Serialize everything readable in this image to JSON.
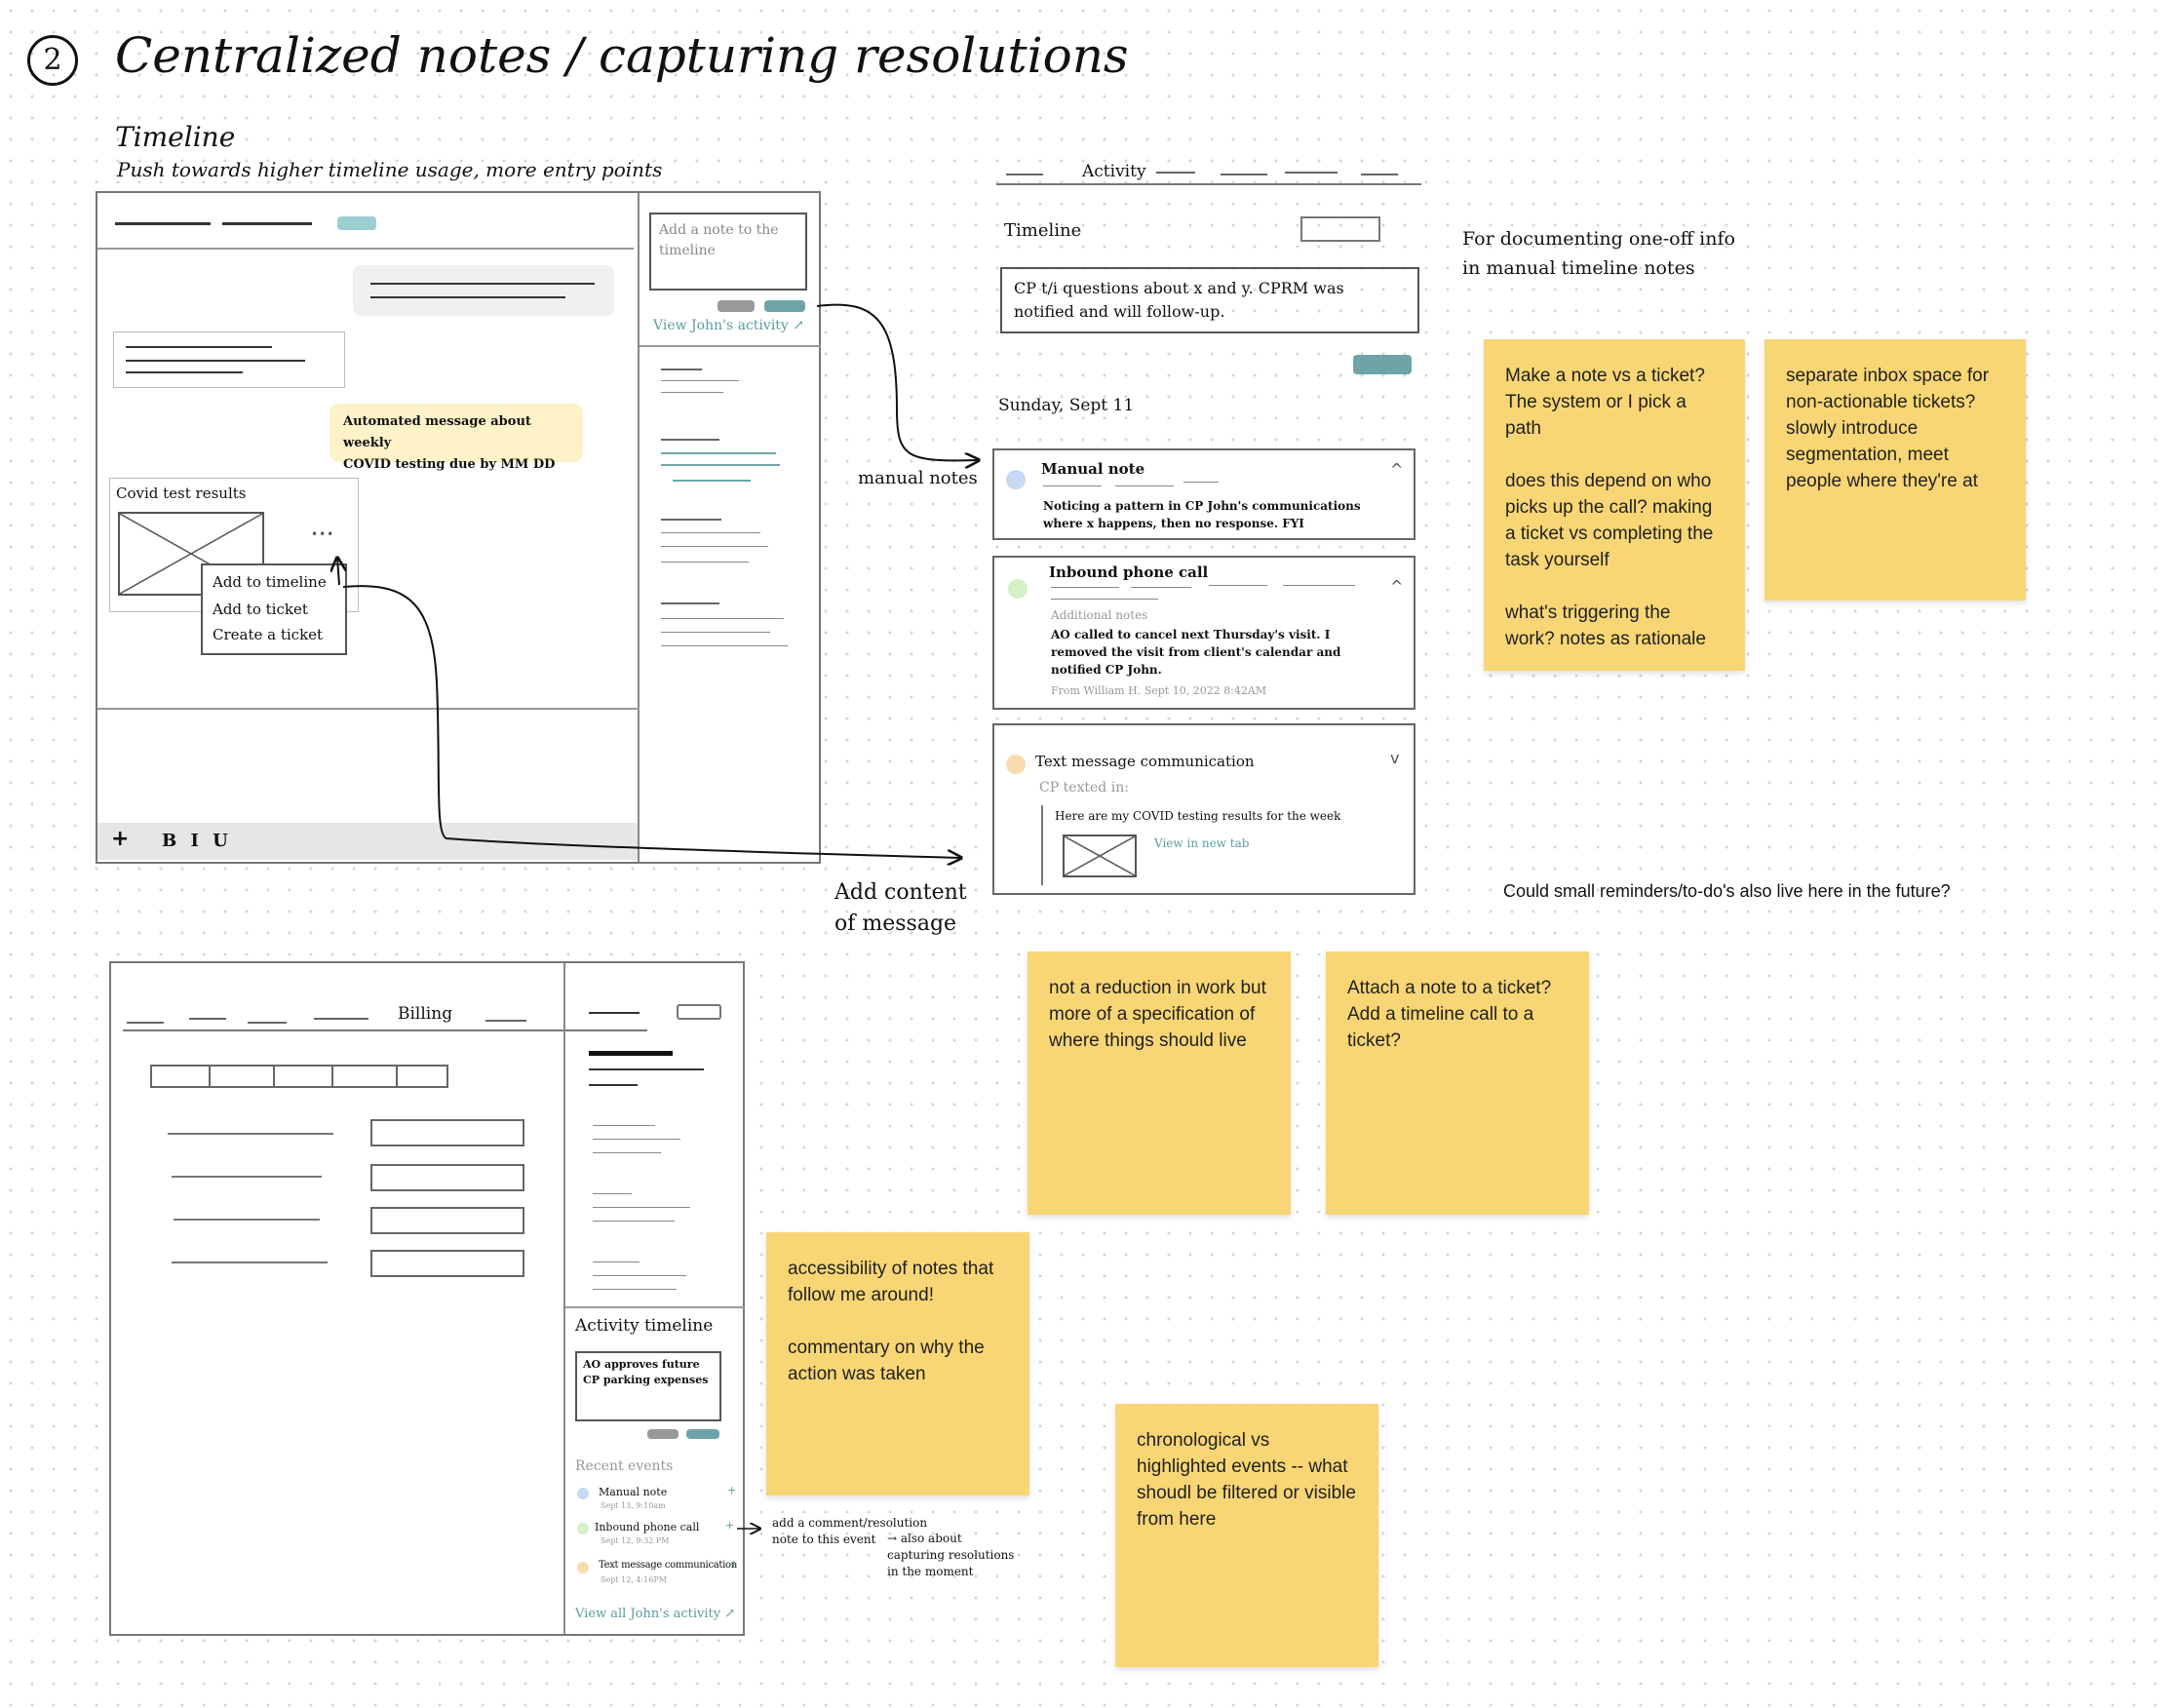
{
  "header": {
    "number": "2",
    "title": "Centralized notes / capturing resolutions"
  },
  "timeline_section": {
    "title": "Timeline",
    "subtitle": "Push towards higher timeline usage, more entry points"
  },
  "left_wire": {
    "automated_message": "Automated message about weekly\nCOVID testing due by  MM DD",
    "covid_label": "Covid test results",
    "more_dots": "•••",
    "context_menu": [
      "Add to timeline",
      "Add to ticket",
      "Create a ticket"
    ],
    "toolbar": {
      "plus": "+",
      "format": "B I U"
    },
    "sidebar_input_placeholder": "Add a note to the timeline",
    "view_activity_link": "View John's activity"
  },
  "activity_panel": {
    "tab_label": "Activity",
    "timeline_label": "Timeline",
    "note_input_text": "CP t/i questions about x and y. CPRM was notified and will follow-up.",
    "date_label": "Sunday, Sept 11",
    "cards": [
      {
        "title": "Manual note",
        "body": "Noticing a pattern in CP John's communications\nwhere x happens, then no response. FYI",
        "chevron": "^",
        "color": "#c8d8f5"
      },
      {
        "title": "Inbound phone call",
        "meta_label": "Additional notes",
        "body": "AO called to cancel next Thursday's visit. I\nremoved the visit from client's calendar and\nnotified CP John.",
        "footer": "From William H.  Sept 10, 2022  8:42AM",
        "chevron": "^",
        "color": "#d4f0c4"
      },
      {
        "title": "Text message communication",
        "meta_label": "CP texted in:",
        "body": "Here are my COVID testing results for the week",
        "link": "View in new tab",
        "chevron": "v",
        "color": "#f8dcb0"
      }
    ]
  },
  "annotations": {
    "manual_notes": "manual notes",
    "add_content": "Add content\nof message",
    "documenting": "For documenting one-off info\nin manual timeline notes",
    "reminders_question": "Could small reminders/to-do's also live here in the future?",
    "comment_note": "add a comment/resolution\nnote to this event",
    "also_about": "→ also about\ncapturing resolutions\nin the moment"
  },
  "billing_wire": {
    "tab_label": "Billing",
    "activity_timeline_title": "Activity timeline",
    "activity_note": "AO approves future\nCP parking expenses",
    "recent_events_label": "Recent events",
    "events": [
      {
        "title": "Manual note",
        "time": "Sept 13, 9:10am",
        "color": "#c8d8f5",
        "plus": "+"
      },
      {
        "title": "Inbound phone call",
        "time": "Sept 12, 9:32 PM",
        "color": "#d4f0c4",
        "plus": "+"
      },
      {
        "title": "Text message communication",
        "time": "Sept 12, 4:16PM",
        "color": "#f8dcb0",
        "plus": "+"
      }
    ],
    "view_all_link": "View all John's activity"
  },
  "stickies": [
    {
      "text": "Make a note vs a ticket? The system or I pick a path\n\ndoes this depend on who picks up the call? making a ticket vs completing the task yourself\n\nwhat's triggering the work? notes as rationale"
    },
    {
      "text": "separate inbox space for non-actionable tickets? slowly introduce segmentation, meet people where they're at"
    },
    {
      "text": "not a reduction in work but more of a specification of where things should live"
    },
    {
      "text": "Attach a note to a ticket? Add a timeline call to a ticket?"
    },
    {
      "text": "accessibility of notes that follow me around!\n\ncommentary on why the action was taken"
    },
    {
      "text": "chronological vs highlighted events -- what shoudl be filtered or visible from here"
    }
  ],
  "colors": {
    "teal": "#6ea4a8",
    "sticky": "#f8d675",
    "highlight": "#fdf2c8"
  }
}
